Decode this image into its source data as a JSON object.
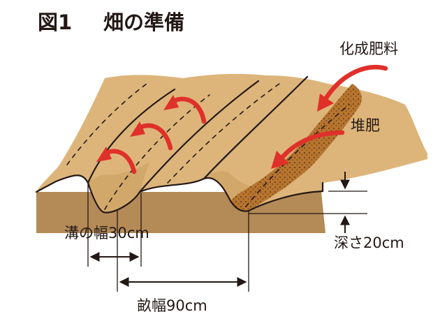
{
  "title": {
    "figure_number": "図1",
    "text": "畑の準備"
  },
  "labels": {
    "chemical_fertilizer": "化成肥料",
    "compost": "堆肥",
    "furrow_width": "溝の幅30cm",
    "depth": "深さ20cm",
    "ridge_width": "畝幅90cm"
  },
  "colors": {
    "topsoil": "#ddb57a",
    "topsoil_shade": "#c99c5c",
    "subsoil": "#b48a57",
    "compost": "#b8752e",
    "compost_dots": "#6b4520",
    "arrow": "#e0302a",
    "line": "#231815"
  }
}
